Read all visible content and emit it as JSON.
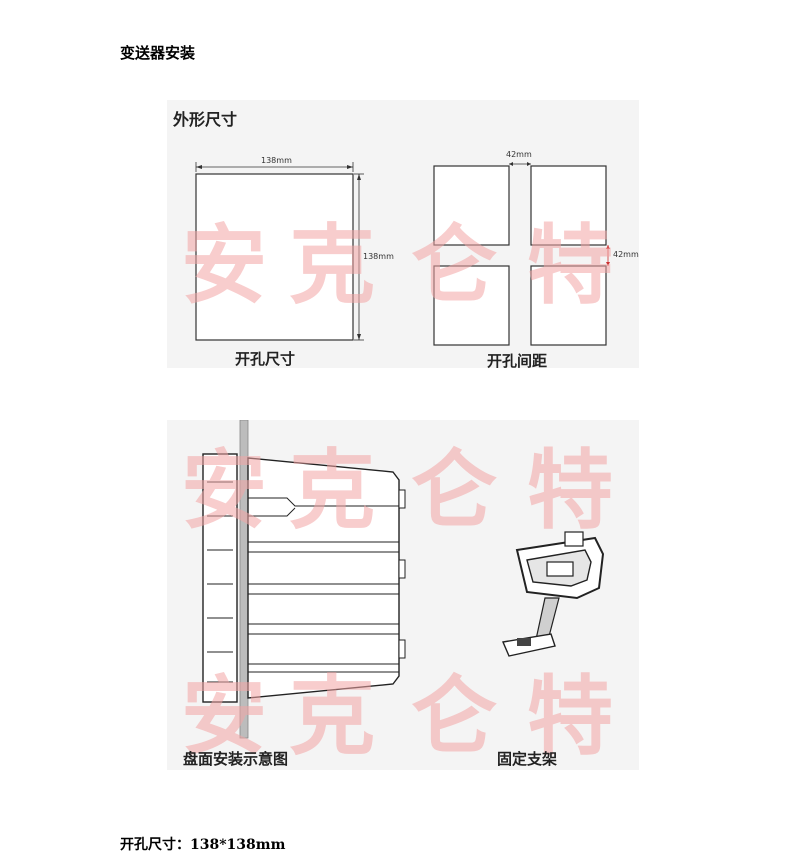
{
  "heading": "变送器安装",
  "outline_section": {
    "title": "外形尺寸",
    "cutout": {
      "caption": "开孔尺寸",
      "width_label": "138mm",
      "height_label": "138mm"
    },
    "spacing": {
      "caption": "开孔间距",
      "horizontal_label": "42mm",
      "vertical_label": "42mm"
    }
  },
  "install_section": {
    "panel_caption": "盘面安装示意图",
    "bracket_caption": "固定支架"
  },
  "watermark": {
    "chars": [
      "安",
      "克",
      "仑",
      "特"
    ],
    "color": "#f3a5a5"
  },
  "footer_note": "开孔尺寸：138*138mm"
}
